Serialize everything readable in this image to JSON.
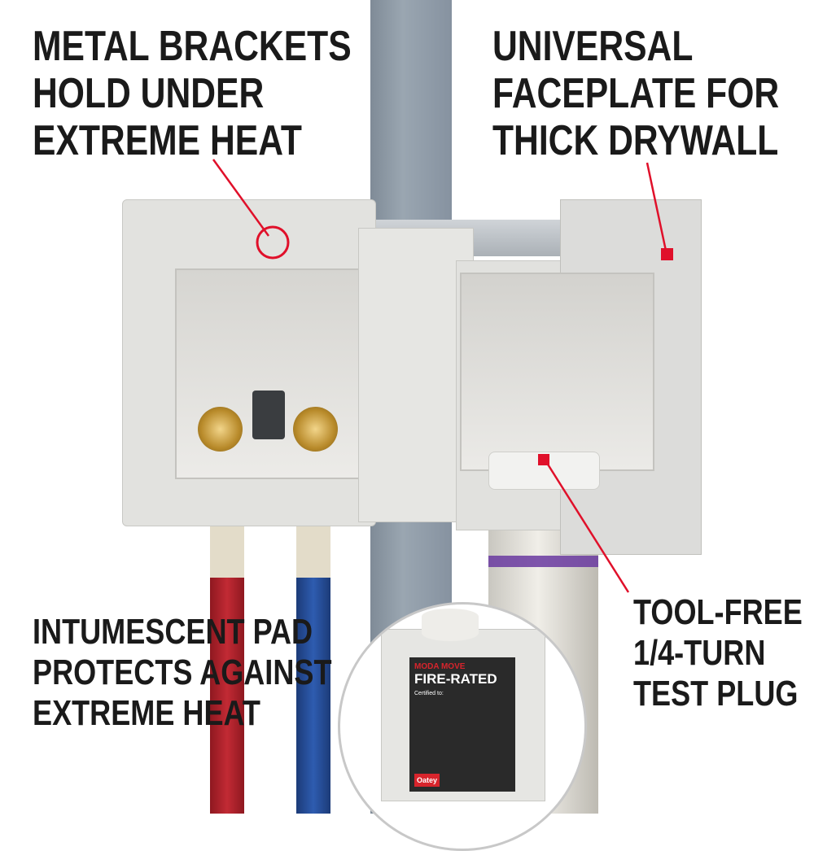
{
  "callouts": {
    "top_left": [
      "METAL BRACKETS",
      "HOLD UNDER",
      "EXTREME HEAT"
    ],
    "top_right": [
      "UNIVERSAL",
      "FACEPLATE FOR",
      "THICK DRYWALL"
    ],
    "bottom_left": [
      "INTUMESCENT PAD",
      "PROTECTS AGAINST",
      "EXTREME HEAT"
    ],
    "bottom_right": [
      "TOOL-FREE",
      "1/4-TURN",
      "TEST PLUG"
    ]
  },
  "inset_label": {
    "brand": "MODA MOVE",
    "title": "FIRE-RATED",
    "subtitle": "Certified to:",
    "maker": "Oatey"
  },
  "colors": {
    "accent": "#e0102a",
    "text": "#1a1a1a",
    "stud": "#8d99a5",
    "box": "#e4e4e2",
    "red_pipe": "#b3212b",
    "blue_pipe": "#264f9c",
    "pvc": "#e8e6e0",
    "purple_band": "#6a3aa0"
  }
}
